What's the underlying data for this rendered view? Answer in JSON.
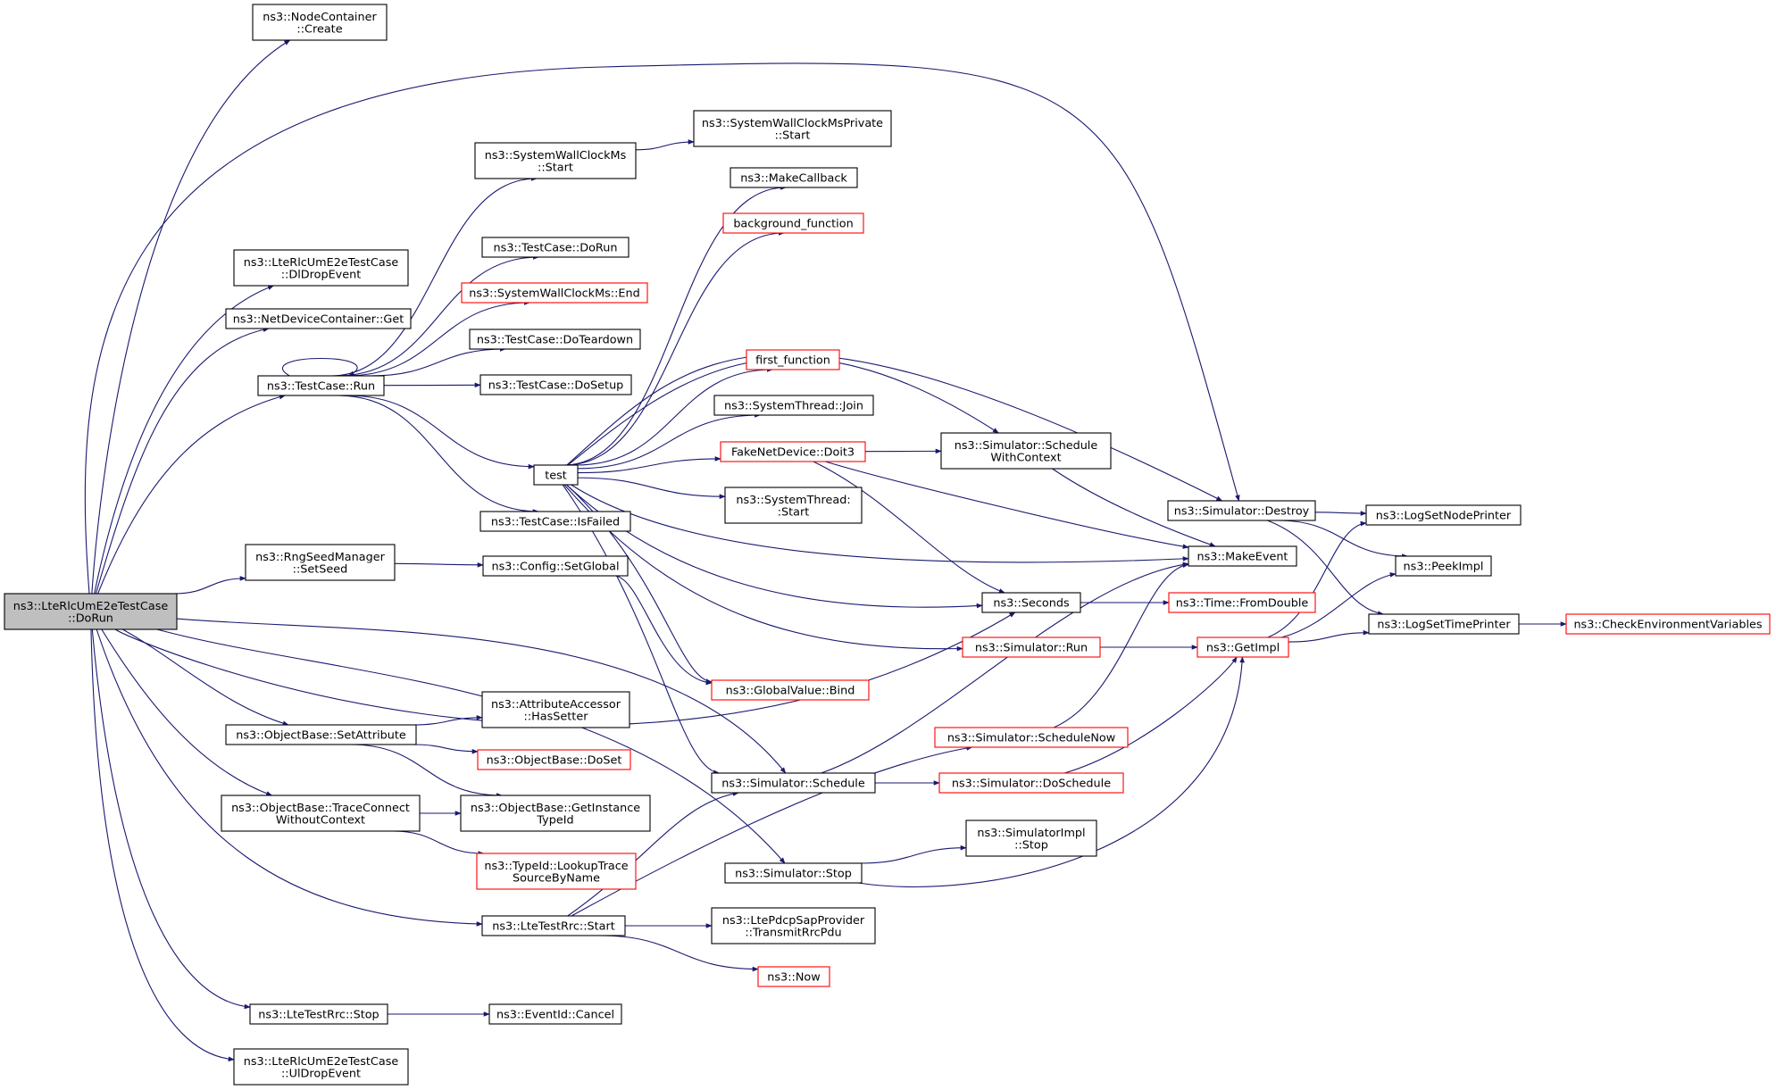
{
  "colors": {
    "edge": "#191970",
    "normal_border": "#000000",
    "truncated_border": "#ff0000",
    "root_fill": "#bfbfbf",
    "node_fill": "#ffffff",
    "text": "#000000"
  },
  "nodes": [
    {
      "id": "root",
      "lines": [
        "ns3::LteRlcUmE2eTestCase",
        "::DoRun"
      ],
      "style": "root"
    },
    {
      "id": "node_create",
      "lines": [
        "ns3::NodeContainer",
        "::Create"
      ],
      "style": "normal"
    },
    {
      "id": "dldrop",
      "lines": [
        "ns3::LteRlcUmE2eTestCase",
        "::DlDropEvent"
      ],
      "style": "normal"
    },
    {
      "id": "ndc_get",
      "lines": [
        "ns3::NetDeviceContainer::Get"
      ],
      "style": "normal"
    },
    {
      "id": "tc_run",
      "lines": [
        "ns3::TestCase::Run"
      ],
      "style": "normal"
    },
    {
      "id": "rng_setseed",
      "lines": [
        "ns3::RngSeedManager",
        "::SetSeed"
      ],
      "style": "normal"
    },
    {
      "id": "ob_setattr",
      "lines": [
        "ns3::ObjectBase::SetAttribute"
      ],
      "style": "normal"
    },
    {
      "id": "ob_tracecon",
      "lines": [
        "ns3::ObjectBase::TraceConnect",
        "WithoutContext"
      ],
      "style": "normal"
    },
    {
      "id": "lterrc_stop",
      "lines": [
        "ns3::LteTestRrc::Stop"
      ],
      "style": "normal"
    },
    {
      "id": "uldrop",
      "lines": [
        "ns3::LteRlcUmE2eTestCase",
        "::UlDropEvent"
      ],
      "style": "normal"
    },
    {
      "id": "swc_start",
      "lines": [
        "ns3::SystemWallClockMs",
        "::Start"
      ],
      "style": "normal"
    },
    {
      "id": "tc_dorun",
      "lines": [
        "ns3::TestCase::DoRun"
      ],
      "style": "normal"
    },
    {
      "id": "swc_end",
      "lines": [
        "ns3::SystemWallClockMs::End"
      ],
      "style": "truncated"
    },
    {
      "id": "tc_teardown",
      "lines": [
        "ns3::TestCase::DoTeardown"
      ],
      "style": "normal"
    },
    {
      "id": "tc_setup",
      "lines": [
        "ns3::TestCase::DoSetup"
      ],
      "style": "normal"
    },
    {
      "id": "test",
      "lines": [
        "test"
      ],
      "style": "normal"
    },
    {
      "id": "tc_isfailed",
      "lines": [
        "ns3::TestCase::IsFailed"
      ],
      "style": "normal"
    },
    {
      "id": "cfg_setglobal",
      "lines": [
        "ns3::Config::SetGlobal"
      ],
      "style": "normal"
    },
    {
      "id": "aa_hassetter",
      "lines": [
        "ns3::AttributeAccessor",
        "::HasSetter"
      ],
      "style": "normal"
    },
    {
      "id": "ob_doset",
      "lines": [
        "ns3::ObjectBase::DoSet"
      ],
      "style": "truncated"
    },
    {
      "id": "ob_getinst",
      "lines": [
        "ns3::ObjectBase::GetInstance",
        "TypeId"
      ],
      "style": "normal"
    },
    {
      "id": "typeid_lookup",
      "lines": [
        "ns3::TypeId::LookupTrace",
        "SourceByName"
      ],
      "style": "truncated"
    },
    {
      "id": "lterrc_start",
      "lines": [
        "ns3::LteTestRrc::Start"
      ],
      "style": "normal"
    },
    {
      "id": "eventid_cancel",
      "lines": [
        "ns3::EventId::Cancel"
      ],
      "style": "normal"
    },
    {
      "id": "swcp_start",
      "lines": [
        "ns3::SystemWallClockMsPrivate",
        "::Start"
      ],
      "style": "normal"
    },
    {
      "id": "makecallback",
      "lines": [
        "ns3::MakeCallback"
      ],
      "style": "normal"
    },
    {
      "id": "bg_function",
      "lines": [
        "background_function"
      ],
      "style": "truncated"
    },
    {
      "id": "first_function",
      "lines": [
        "first_function"
      ],
      "style": "truncated"
    },
    {
      "id": "st_join",
      "lines": [
        "ns3::SystemThread::Join"
      ],
      "style": "normal"
    },
    {
      "id": "fnd_doit3",
      "lines": [
        "FakeNetDevice::Doit3"
      ],
      "style": "truncated"
    },
    {
      "id": "st_start",
      "lines": [
        "ns3::SystemThread:",
        ":Start"
      ],
      "style": "normal"
    },
    {
      "id": "gv_bind",
      "lines": [
        "ns3::GlobalValue::Bind"
      ],
      "style": "truncated"
    },
    {
      "id": "sim_schedule",
      "lines": [
        "ns3::Simulator::Schedule"
      ],
      "style": "normal"
    },
    {
      "id": "sim_stop",
      "lines": [
        "ns3::Simulator::Stop"
      ],
      "style": "normal"
    },
    {
      "id": "pdcp_transmit",
      "lines": [
        "ns3::LtePdcpSapProvider",
        "::TransmitRrcPdu"
      ],
      "style": "normal"
    },
    {
      "id": "now",
      "lines": [
        "ns3::Now"
      ],
      "style": "truncated"
    },
    {
      "id": "sim_schedwctx",
      "lines": [
        "ns3::Simulator::Schedule",
        "WithContext"
      ],
      "style": "normal"
    },
    {
      "id": "seconds",
      "lines": [
        "ns3::Seconds"
      ],
      "style": "normal"
    },
    {
      "id": "sim_run",
      "lines": [
        "ns3::Simulator::Run"
      ],
      "style": "truncated"
    },
    {
      "id": "sim_schednow",
      "lines": [
        "ns3::Simulator::ScheduleNow"
      ],
      "style": "truncated"
    },
    {
      "id": "sim_dosched",
      "lines": [
        "ns3::Simulator::DoSchedule"
      ],
      "style": "truncated"
    },
    {
      "id": "simimpl_stop",
      "lines": [
        "ns3::SimulatorImpl",
        "::Stop"
      ],
      "style": "normal"
    },
    {
      "id": "sim_destroy",
      "lines": [
        "ns3::Simulator::Destroy"
      ],
      "style": "normal"
    },
    {
      "id": "makeevent",
      "lines": [
        "ns3::MakeEvent"
      ],
      "style": "normal"
    },
    {
      "id": "time_fromdouble",
      "lines": [
        "ns3::Time::FromDouble"
      ],
      "style": "truncated"
    },
    {
      "id": "getimpl",
      "lines": [
        "ns3::GetImpl"
      ],
      "style": "truncated"
    },
    {
      "id": "log_nodeprinter",
      "lines": [
        "ns3::LogSetNodePrinter"
      ],
      "style": "normal"
    },
    {
      "id": "peekimpl",
      "lines": [
        "ns3::PeekImpl"
      ],
      "style": "normal"
    },
    {
      "id": "log_timeprinter",
      "lines": [
        "ns3::LogSetTimePrinter"
      ],
      "style": "normal"
    },
    {
      "id": "check_env",
      "lines": [
        "ns3::CheckEnvironmentVariables"
      ],
      "style": "truncated"
    }
  ],
  "edges": [
    {
      "from": "root",
      "to": "node_create"
    },
    {
      "from": "root",
      "to": "dldrop"
    },
    {
      "from": "root",
      "to": "ndc_get"
    },
    {
      "from": "root",
      "to": "tc_run"
    },
    {
      "from": "root",
      "to": "rng_setseed"
    },
    {
      "from": "root",
      "to": "ob_setattr"
    },
    {
      "from": "root",
      "to": "ob_tracecon"
    },
    {
      "from": "root",
      "to": "lterrc_stop"
    },
    {
      "from": "root",
      "to": "uldrop"
    },
    {
      "from": "root",
      "to": "lterrc_start"
    },
    {
      "from": "root",
      "to": "sim_destroy"
    },
    {
      "from": "root",
      "to": "sim_schedule"
    },
    {
      "from": "root",
      "to": "sim_stop"
    },
    {
      "from": "root",
      "to": "seconds"
    },
    {
      "from": "tc_run",
      "to": "tc_run"
    },
    {
      "from": "tc_run",
      "to": "swc_start"
    },
    {
      "from": "tc_run",
      "to": "tc_dorun"
    },
    {
      "from": "tc_run",
      "to": "swc_end"
    },
    {
      "from": "tc_run",
      "to": "tc_teardown"
    },
    {
      "from": "tc_run",
      "to": "tc_setup"
    },
    {
      "from": "tc_run",
      "to": "test"
    },
    {
      "from": "tc_run",
      "to": "tc_isfailed"
    },
    {
      "from": "swc_start",
      "to": "swcp_start"
    },
    {
      "from": "test",
      "to": "makecallback"
    },
    {
      "from": "test",
      "to": "bg_function"
    },
    {
      "from": "test",
      "to": "first_function"
    },
    {
      "from": "test",
      "to": "st_join"
    },
    {
      "from": "test",
      "to": "fnd_doit3"
    },
    {
      "from": "test",
      "to": "st_start"
    },
    {
      "from": "test",
      "to": "gv_bind"
    },
    {
      "from": "test",
      "to": "sim_schedule"
    },
    {
      "from": "test",
      "to": "sim_schedwctx"
    },
    {
      "from": "test",
      "to": "seconds"
    },
    {
      "from": "test",
      "to": "sim_run"
    },
    {
      "from": "test",
      "to": "sim_destroy"
    },
    {
      "from": "test",
      "to": "makeevent"
    },
    {
      "from": "rng_setseed",
      "to": "cfg_setglobal"
    },
    {
      "from": "cfg_setglobal",
      "to": "gv_bind"
    },
    {
      "from": "ob_setattr",
      "to": "aa_hassetter"
    },
    {
      "from": "ob_setattr",
      "to": "ob_doset"
    },
    {
      "from": "ob_setattr",
      "to": "ob_getinst"
    },
    {
      "from": "ob_tracecon",
      "to": "ob_getinst"
    },
    {
      "from": "ob_tracecon",
      "to": "typeid_lookup"
    },
    {
      "from": "lterrc_start",
      "to": "sim_schedule"
    },
    {
      "from": "lterrc_start",
      "to": "pdcp_transmit"
    },
    {
      "from": "lterrc_start",
      "to": "now"
    },
    {
      "from": "lterrc_start",
      "to": "sim_schednow"
    },
    {
      "from": "lterrc_stop",
      "to": "eventid_cancel"
    },
    {
      "from": "fnd_doit3",
      "to": "sim_schedwctx"
    },
    {
      "from": "fnd_doit3",
      "to": "makeevent"
    },
    {
      "from": "fnd_doit3",
      "to": "seconds"
    },
    {
      "from": "sim_schedwctx",
      "to": "makeevent"
    },
    {
      "from": "sim_schedule",
      "to": "sim_dosched"
    },
    {
      "from": "sim_schedule",
      "to": "makeevent"
    },
    {
      "from": "sim_dosched",
      "to": "getimpl"
    },
    {
      "from": "sim_schednow",
      "to": "makeevent"
    },
    {
      "from": "sim_stop",
      "to": "simimpl_stop"
    },
    {
      "from": "sim_stop",
      "to": "getimpl"
    },
    {
      "from": "seconds",
      "to": "time_fromdouble"
    },
    {
      "from": "sim_run",
      "to": "getimpl"
    },
    {
      "from": "sim_destroy",
      "to": "log_nodeprinter"
    },
    {
      "from": "sim_destroy",
      "to": "peekimpl"
    },
    {
      "from": "sim_destroy",
      "to": "log_timeprinter"
    },
    {
      "from": "getimpl",
      "to": "log_nodeprinter"
    },
    {
      "from": "getimpl",
      "to": "peekimpl"
    },
    {
      "from": "getimpl",
      "to": "log_timeprinter"
    },
    {
      "from": "log_timeprinter",
      "to": "check_env"
    }
  ]
}
